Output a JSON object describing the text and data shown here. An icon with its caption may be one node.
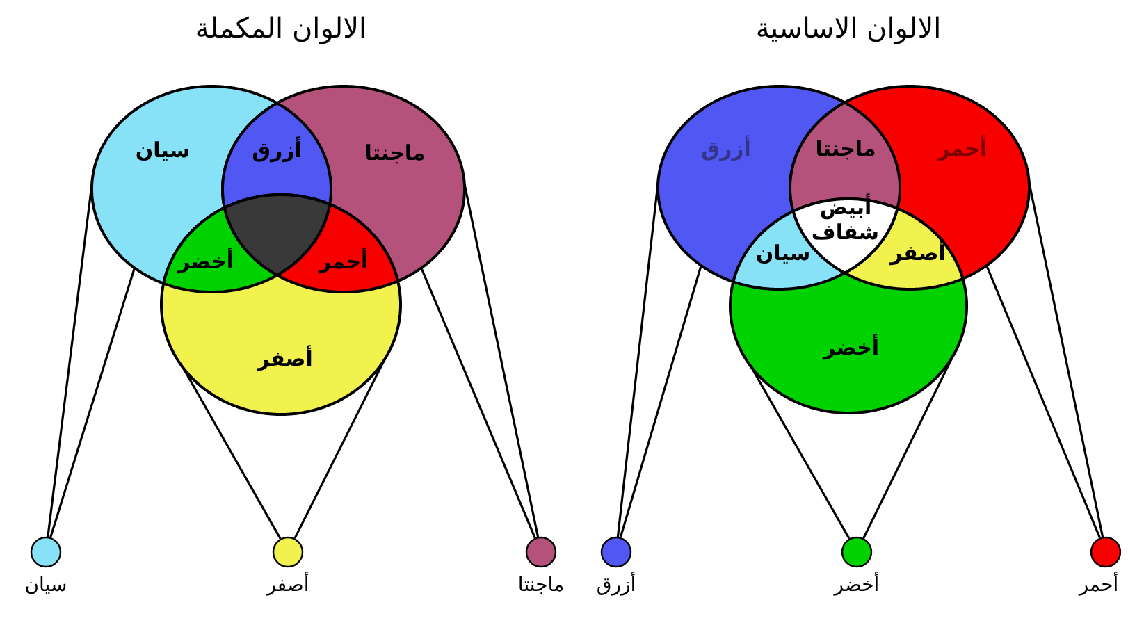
{
  "diagram": {
    "nodes": [
      {
        "text": [
          "سيان"
        ]
      },
      {
        "text": [
          "ماجنتا"
        ]
      },
      {
        "text": [
          "أصفر"
        ]
      },
      {
        "text": [
          "أزرق"
        ]
      },
      {
        "text": [
          "أخضر"
        ]
      },
      {
        "text": [
          "أحمر"
        ]
      },
      {
        "text": [],
        "shape": "triangle"
      },
      {
        "text": [
          "أزرق"
        ]
      },
      {
        "text": [
          "أحمر"
        ]
      },
      {
        "text": [
          "أخضر"
        ]
      },
      {
        "text": [
          "ماجنتا"
        ]
      },
      {
        "text": [
          "سيان"
        ]
      },
      {
        "text": [
          "أصفر"
        ]
      },
      {
        "text": [
          "أبيض شفاف"
        ]
      },
      {
        "text": [],
        "shape": "circle",
        "beside": [
          "سيان"
        ]
      },
      {
        "text": [],
        "shape": "circle",
        "beside": [
          "أصفر"
        ]
      },
      {
        "text": [],
        "shape": "circle",
        "beside": [
          "ماجنتا"
        ]
      },
      {
        "text": [],
        "shape": "circle",
        "beside": [
          "أزرق"
        ]
      },
      {
        "text": [],
        "shape": "circle",
        "beside": [
          "أخضر"
        ]
      },
      {
        "text": [],
        "shape": "circle",
        "beside": [
          "أحمر"
        ]
      }
    ],
    "edges": [
      {
        "from": 14,
        "to": 0,
        "arrow": "none"
      },
      {
        "from": 14,
        "to": 0,
        "arrow": "none"
      },
      {
        "from": 15,
        "to": 2,
        "arrow": "none"
      },
      {
        "from": 15,
        "to": 2,
        "arrow": "none"
      },
      {
        "from": 16,
        "to": 1,
        "arrow": "none"
      },
      {
        "from": 16,
        "to": 1,
        "arrow": "none"
      },
      {
        "from": 17,
        "to": 7,
        "arrow": "none"
      },
      {
        "from": 17,
        "to": 7,
        "arrow": "none"
      },
      {
        "from": 18,
        "to": 9,
        "arrow": "none"
      },
      {
        "from": 18,
        "to": 9,
        "arrow": "none"
      },
      {
        "from": 19,
        "to": 8,
        "arrow": "none"
      },
      {
        "from": 19,
        "to": 8,
        "arrow": "none"
      }
    ],
    "labels": [
      "الالوان المكملة",
      "الالوان الاساسية"
    ]
  }
}
